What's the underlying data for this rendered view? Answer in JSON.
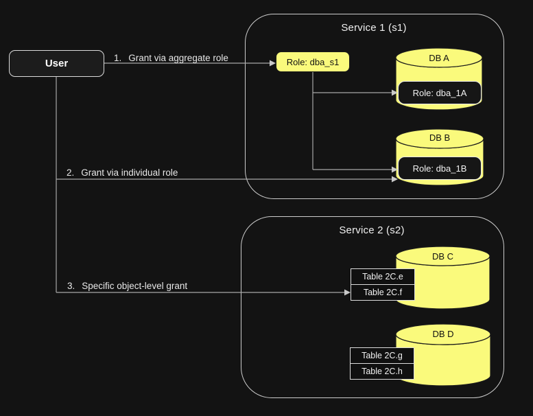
{
  "colors": {
    "background": "#131313",
    "node_yellow": "#fafa7c",
    "cylinder_outline": "#1a1a1a",
    "connector_line": "#a8a8a8",
    "arrowhead": "#c9c9c9",
    "container_border": "#cdcdcd",
    "dark_node_fill": "#161616",
    "light_text": "#f0f0f0",
    "dark_text": "#111111"
  },
  "user": {
    "label": "User"
  },
  "edges": [
    {
      "num": "1.",
      "text": "Grant via aggregate role"
    },
    {
      "num": "2.",
      "text": "Grant via individual role"
    },
    {
      "num": "3.",
      "text": "Specific object-level grant"
    }
  ],
  "service1": {
    "title": "Service 1 (s1)",
    "aggregate_role": "Role: dba_s1",
    "databases": [
      {
        "name": "DB A",
        "role": "Role: dba_1A"
      },
      {
        "name": "DB B",
        "role": "Role: dba_1B"
      }
    ]
  },
  "service2": {
    "title": "Service 2 (s2)",
    "databases": [
      {
        "name": "DB C",
        "tables": [
          "Table 2C.e",
          "Table 2C.f"
        ]
      },
      {
        "name": "DB D",
        "tables": [
          "Table 2C.g",
          "Table 2C.h"
        ]
      }
    ]
  }
}
